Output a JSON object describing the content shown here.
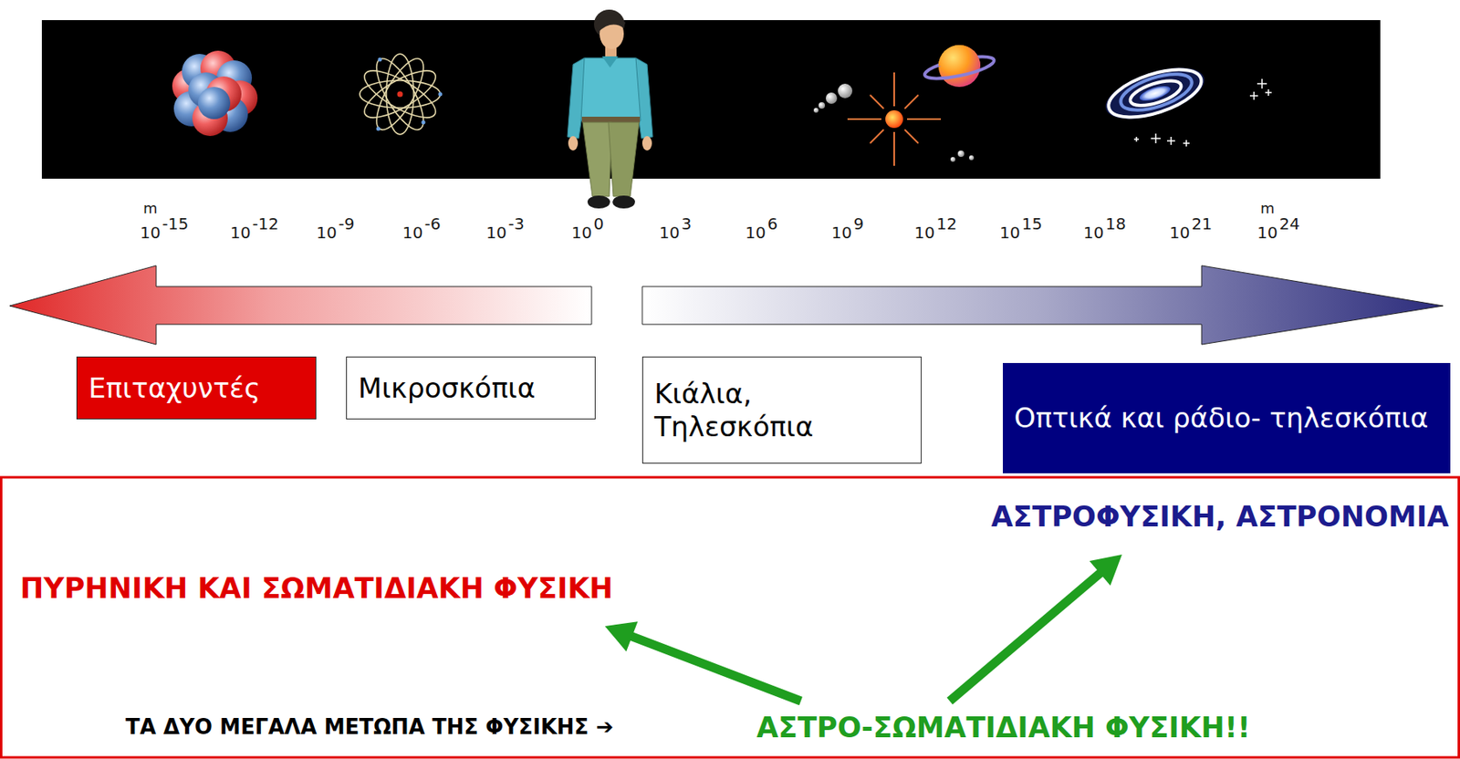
{
  "diagram": {
    "nodes": [
      {
        "text": [
          "Επιταχυντές"
        ]
      },
      {
        "text": [
          "Μικροσκόπια"
        ]
      },
      {
        "text": [
          "Κιάλια, Τηλεσκόπια"
        ]
      },
      {
        "text": [
          "Οπτικά και ράδιο- τηλεσκόπια"
        ]
      },
      {
        "text": [
          "ΑΣΤΡΟΦΥΣΙΚΗ, ΑΣΤΡΟΝΟΜΙΑ"
        ]
      },
      {
        "text": [
          "ΠΥΡΗΝΙΚΗ ΚΑΙ ΣΩΜΑΤΙΔΙΑΚΗ ΦΥΣΙΚΗ"
        ]
      },
      {
        "text": [
          "ΑΣΤΡΟ-ΣΩΜΑΤΙΔΙΑΚΗ ΦΥΣΙΚΗ!!"
        ]
      }
    ],
    "edges": [
      {
        "from": 6,
        "to": 5,
        "arrow": "to"
      },
      {
        "from": 6,
        "to": 4,
        "arrow": "to"
      }
    ],
    "labels": [
      "m",
      "10",
      "-15",
      "10",
      "-12",
      "10",
      "-9",
      "10",
      "-6",
      "10",
      "-3",
      "10",
      "0",
      "10",
      "3",
      "10",
      "6",
      "10",
      "9",
      "10",
      "12",
      "10",
      "15",
      "10",
      "18",
      "10",
      "21",
      "m",
      "10",
      "24",
      "ΤΑ ΔΥΟ ΜΕΓΑΛΑ ΜΕΤΩΠΑ ΤΗΣ ΦΥΣΙΚΗΣ ➔"
    ]
  }
}
